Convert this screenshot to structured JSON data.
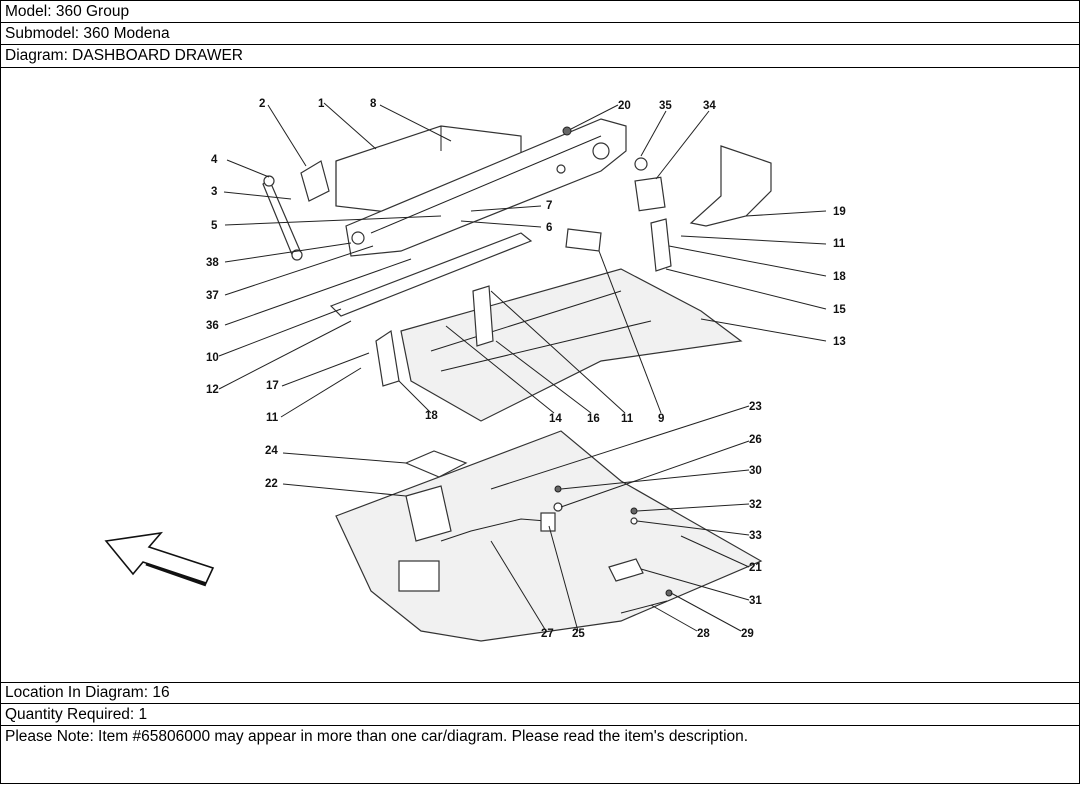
{
  "header": {
    "model": "Model: 360 Group",
    "submodel": "Submodel: 360 Modena",
    "diagram": "Diagram: DASHBOARD DRAWER"
  },
  "diagram": {
    "callouts": [
      "1",
      "2",
      "3",
      "4",
      "5",
      "6",
      "7",
      "8",
      "9",
      "10",
      "11",
      "12",
      "13",
      "14",
      "15",
      "16",
      "17",
      "18",
      "19",
      "20",
      "21",
      "22",
      "23",
      "24",
      "25",
      "26",
      "27",
      "28",
      "29",
      "30",
      "31",
      "32",
      "33",
      "34",
      "35",
      "36",
      "37",
      "38"
    ],
    "callout_repeats": [
      "11",
      "11",
      "11",
      "18"
    ],
    "direction_icon": "arrow-icon"
  },
  "footer": {
    "location": "Location In Diagram: 16",
    "quantity": "Quantity Required: 1",
    "note": "Please Note: Item #65806000 may appear in more than one car/diagram. Please read the item's description."
  }
}
